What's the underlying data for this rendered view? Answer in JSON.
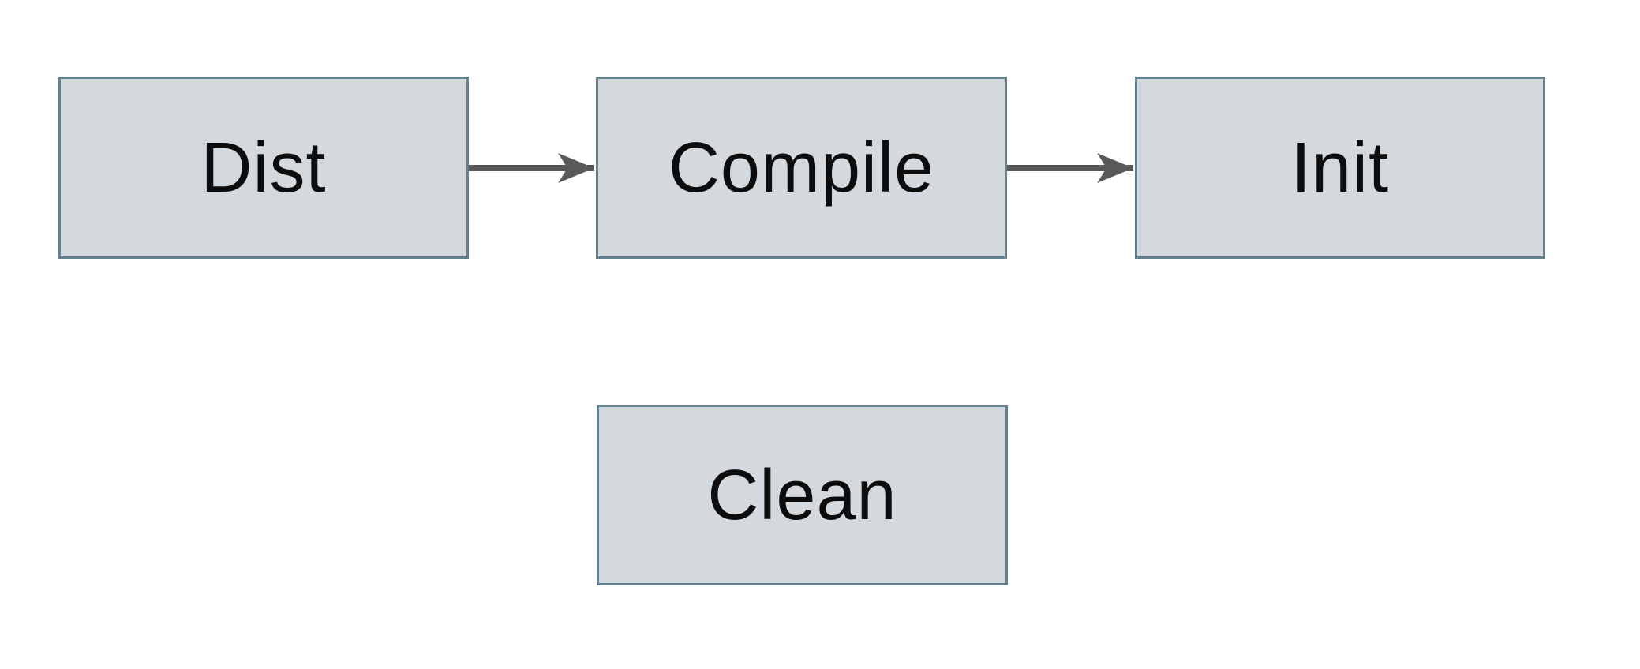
{
  "diagram": {
    "colors": {
      "canvas_bg": "#ffffff",
      "node_fill": "#d3d9dc",
      "node_border": "#64808e",
      "arrow_color": "#595959",
      "text_color": "#0d0d0d"
    },
    "nodes": [
      {
        "id": "dist",
        "label": "Dist"
      },
      {
        "id": "compile",
        "label": "Compile"
      },
      {
        "id": "init",
        "label": "Init"
      },
      {
        "id": "clean",
        "label": "Clean"
      }
    ],
    "edges": [
      {
        "from": "Dist",
        "to": "Compile",
        "direction": "right"
      },
      {
        "from": "Compile",
        "to": "Init",
        "direction": "right"
      }
    ]
  }
}
